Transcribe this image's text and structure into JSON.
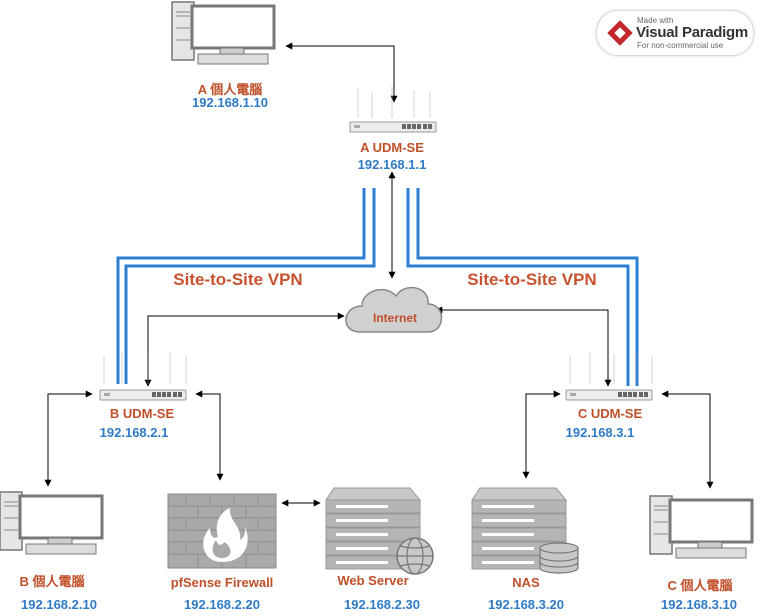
{
  "labels": {
    "pc_a_name": "A 個人電腦",
    "pc_a_ip": "192.168.1.10",
    "router_a_name": "A UDM-SE",
    "router_a_ip": "192.168.1.1",
    "vpn_left": "Site-to-Site VPN",
    "vpn_right": "Site-to-Site VPN",
    "internet": "Internet",
    "router_b_name": "B UDM-SE",
    "router_b_ip": "192.168.2.1",
    "router_c_name": "C UDM-SE",
    "router_c_ip": "192.168.3.1",
    "pc_b_name": "B 個人電腦",
    "pc_b_ip": "192.168.2.10",
    "firewall_name": "pfSense Firewall",
    "firewall_ip": "192.168.2.20",
    "webserver_name": "Web Server",
    "webserver_ip": "192.168.2.30",
    "nas_name": "NAS",
    "nas_ip": "192.168.3.20",
    "pc_c_name": "C 個人電腦",
    "pc_c_ip": "192.168.3.10"
  },
  "badge": {
    "made_with": "Made with",
    "brand": "Visual Paradigm",
    "license": "For non-commercial use"
  },
  "colors": {
    "label_name": "#c0502a",
    "label_ip": "#2e7ac6",
    "vpn_tunnel": "#2a7fd4",
    "vpn_text": "#c8522f",
    "device_gray": "#b0b0b0",
    "firewall": "#a9a9a9",
    "flame": "#ffffff"
  }
}
